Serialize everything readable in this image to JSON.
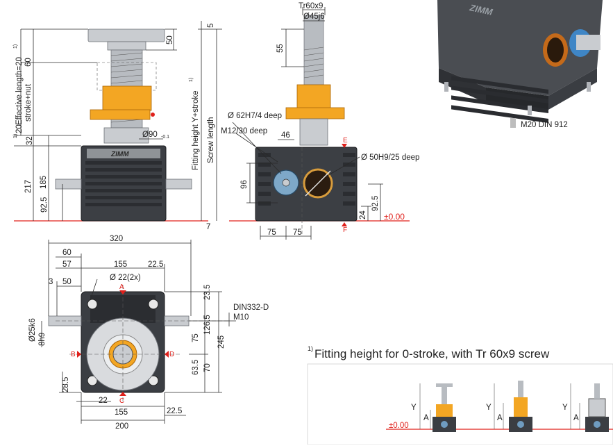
{
  "front_view": {
    "dims_vertical_left": [
      "20",
      "60",
      "32",
      "217",
      "185",
      "92.5"
    ],
    "effective_length_label": "Effective length=20",
    "effective_length_sup": "1)",
    "stroke_nut_label": "stroke+nut",
    "stroke_label_prefix": "20",
    "stroke_label_sup": "1)",
    "flange_height": "50",
    "diameter_label": "Ø90",
    "diameter_tol": "-0.1",
    "fitting_height_label": "Fitting height Y+stroke",
    "fitting_height_sup": "1)",
    "screw_length_label": "Screw length",
    "dim_top": "5",
    "dim_bottom": "7",
    "brand": "ZIMM"
  },
  "side_view": {
    "thread_label": "Tr60x9",
    "shaft_diameter": "Ø45j6",
    "dim_55": "55",
    "bore_label": "Ø 62H7/4 deep",
    "tap_label": "M12/30 deep",
    "dim_46": "46",
    "bore2_label": "Ø 50H9/25 deep",
    "dim_96": "96",
    "dim_92_5": "92.5",
    "dim_24": "24",
    "dim_75a": "75",
    "dim_75b": "75",
    "zero_label": "±0.00",
    "marker_e": "E",
    "marker_f": "F"
  },
  "top_view": {
    "dim_320": "320",
    "dim_60": "60",
    "dim_57": "57",
    "dim_155_top": "155",
    "dim_22_5_top": "22.5",
    "hole_label": "Ø 22(2x)",
    "dim_3": "3",
    "dim_50": "50",
    "dim_23_5": "23.5",
    "din_label": "DIN332-D",
    "din_sub": "M10",
    "shaft_label": "Ø25k6",
    "key_label": "8h9",
    "dim_126_5": "126.5",
    "dim_75": "75",
    "dim_245": "245",
    "dim_63_5": "63.5",
    "dim_70": "70",
    "dim_28_5": "28.5",
    "dim_22": "22",
    "dim_155_bottom": "155",
    "dim_22_5_bottom": "22.5",
    "dim_200": "200",
    "marker_a": "A",
    "marker_b": "B",
    "marker_c": "C",
    "marker_d": "D"
  },
  "photo": {
    "caption": "M20 DIN 912",
    "brand": "ZIMM"
  },
  "footnote": {
    "sup": "1)",
    "text": "Fitting height for 0-stroke, with Tr 60x9 screw"
  },
  "thumbs": {
    "label_y": "Y",
    "label_a": "A",
    "zero_label": "±0.00"
  }
}
